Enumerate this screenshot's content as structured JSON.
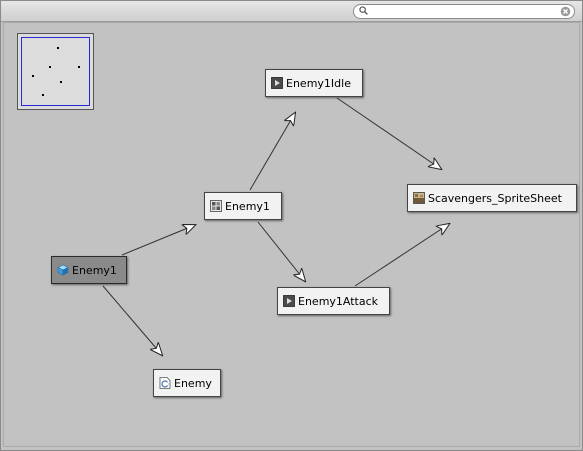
{
  "search": {
    "placeholder": "",
    "value": ""
  },
  "nodes": [
    {
      "id": "enemy1-gameobject",
      "label": "Enemy1",
      "icon": "cube-icon",
      "selected": true
    },
    {
      "id": "enemy1-controller",
      "label": "Enemy1",
      "icon": "animator-controller-icon",
      "selected": false
    },
    {
      "id": "enemy1-idle",
      "label": "Enemy1Idle",
      "icon": "animation-clip-icon",
      "selected": false
    },
    {
      "id": "enemy1-attack",
      "label": "Enemy1Attack",
      "icon": "animation-clip-icon",
      "selected": false
    },
    {
      "id": "spritesheet",
      "label": "Scavengers_SpriteSheet",
      "icon": "texture-icon",
      "selected": false
    },
    {
      "id": "enemy-script",
      "label": "Enemy",
      "icon": "csharp-script-icon",
      "selected": false
    }
  ],
  "colors": {
    "canvas": "#c2c2c2",
    "selected_node": "#8a8a8a",
    "minimap_view": "#2a2ad6"
  }
}
